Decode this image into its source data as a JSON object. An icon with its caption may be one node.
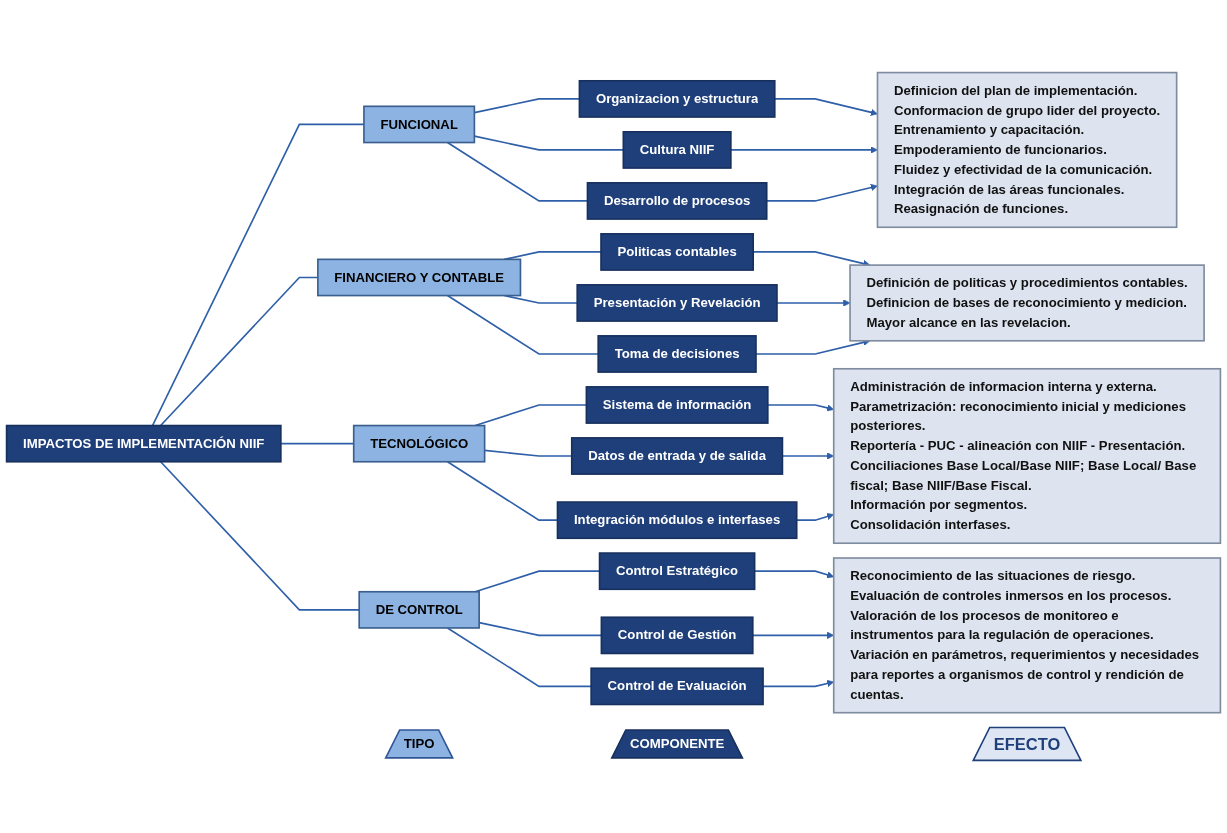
{
  "diagram": {
    "nodes": [
      {
        "text": [
          "TIPO"
        ]
      },
      {
        "text": [
          "COMPONENTE"
        ]
      },
      {
        "text": [
          "EFECTO"
        ]
      },
      {
        "text": [
          "IMPACTOS DE IMPLEMENTACIÓN NIIF"
        ]
      },
      {
        "text": [
          "FUNCIONAL"
        ]
      },
      {
        "text": [
          "Organizacion y estructura"
        ]
      },
      {
        "text": [
          "Cultura NIIF"
        ]
      },
      {
        "text": [
          "Desarrollo de procesos"
        ]
      },
      {
        "text": [
          "Definicion del plan de implementación.",
          "Conformacion de grupo lider del proyecto.",
          "Entrenamiento y capacitación.",
          "Empoderamiento de funcionarios.",
          "Fluidez y efectividad de la comunicación.",
          "Integración de las áreas funcionales.",
          "Reasignación de funciones."
        ]
      },
      {
        "text": [
          "FINANCIERO Y CONTABLE"
        ]
      },
      {
        "text": [
          "Politicas contables"
        ]
      },
      {
        "text": [
          "Presentación y Revelación"
        ]
      },
      {
        "text": [
          "Toma de decisiones"
        ]
      },
      {
        "text": [
          "Definición de politicas y procedimientos contables.",
          "Definicion de bases de reconocimiento y medicion.",
          "Mayor alcance en las revelacion."
        ]
      },
      {
        "text": [
          "TECNOLÓGICO"
        ]
      },
      {
        "text": [
          "Sistema de información"
        ]
      },
      {
        "text": [
          "Datos de entrada y de salida"
        ]
      },
      {
        "text": [
          "Integración módulos e interfases"
        ]
      },
      {
        "text": [
          "Administración de informacion interna y externa.",
          "Parametrización: reconocimiento inicial y mediciones posteriores.",
          "Reportería - PUC - alineación con NIIF - Presentación.",
          "Conciliaciones Base Local/Base NIIF; Base Local/ Base fiscal; Base NIIF/Base Fiscal.",
          "Información por segmentos.",
          "Consolidación interfases."
        ]
      },
      {
        "text": [
          "DE CONTROL"
        ]
      },
      {
        "text": [
          "Control Estratégico"
        ]
      },
      {
        "text": [
          "Control de Gestión"
        ]
      },
      {
        "text": [
          "Control de Evaluación"
        ]
      },
      {
        "text": [
          "Reconocimiento de las situaciones de riesgo.",
          "Evaluación de controles inmersos en los procesos.",
          "Valoración de los procesos de monitoreo e instrumentos para la regulación de operaciones.",
          "Variación en parámetros, requerimientos y necesidades para reportes a organismos de control y rendición de cuentas."
        ]
      }
    ],
    "edges": [
      {
        "from": 3,
        "to": 4,
        "arrow": "none"
      },
      {
        "from": 4,
        "to": 5,
        "arrow": "none"
      },
      {
        "from": 4,
        "to": 6,
        "arrow": "none"
      },
      {
        "from": 4,
        "to": 7,
        "arrow": "none"
      },
      {
        "from": 5,
        "to": 8,
        "arrow": "to"
      },
      {
        "from": 6,
        "to": 8,
        "arrow": "to"
      },
      {
        "from": 7,
        "to": 8,
        "arrow": "to"
      },
      {
        "from": 3,
        "to": 9,
        "arrow": "none"
      },
      {
        "from": 9,
        "to": 10,
        "arrow": "none"
      },
      {
        "from": 9,
        "to": 11,
        "arrow": "none"
      },
      {
        "from": 9,
        "to": 12,
        "arrow": "none"
      },
      {
        "from": 10,
        "to": 13,
        "arrow": "to"
      },
      {
        "from": 11,
        "to": 13,
        "arrow": "to"
      },
      {
        "from": 12,
        "to": 13,
        "arrow": "to"
      },
      {
        "from": 3,
        "to": 14,
        "arrow": "none"
      },
      {
        "from": 14,
        "to": 15,
        "arrow": "none"
      },
      {
        "from": 14,
        "to": 16,
        "arrow": "none"
      },
      {
        "from": 14,
        "to": 17,
        "arrow": "none"
      },
      {
        "from": 15,
        "to": 18,
        "arrow": "to"
      },
      {
        "from": 16,
        "to": 18,
        "arrow": "to"
      },
      {
        "from": 17,
        "to": 18,
        "arrow": "to"
      },
      {
        "from": 3,
        "to": 19,
        "arrow": "none"
      },
      {
        "from": 19,
        "to": 20,
        "arrow": "none"
      },
      {
        "from": 19,
        "to": 21,
        "arrow": "none"
      },
      {
        "from": 19,
        "to": 22,
        "arrow": "none"
      },
      {
        "from": 20,
        "to": 23,
        "arrow": "to"
      },
      {
        "from": 21,
        "to": 23,
        "arrow": "to"
      },
      {
        "from": 22,
        "to": 23,
        "arrow": "to"
      }
    ]
  }
}
